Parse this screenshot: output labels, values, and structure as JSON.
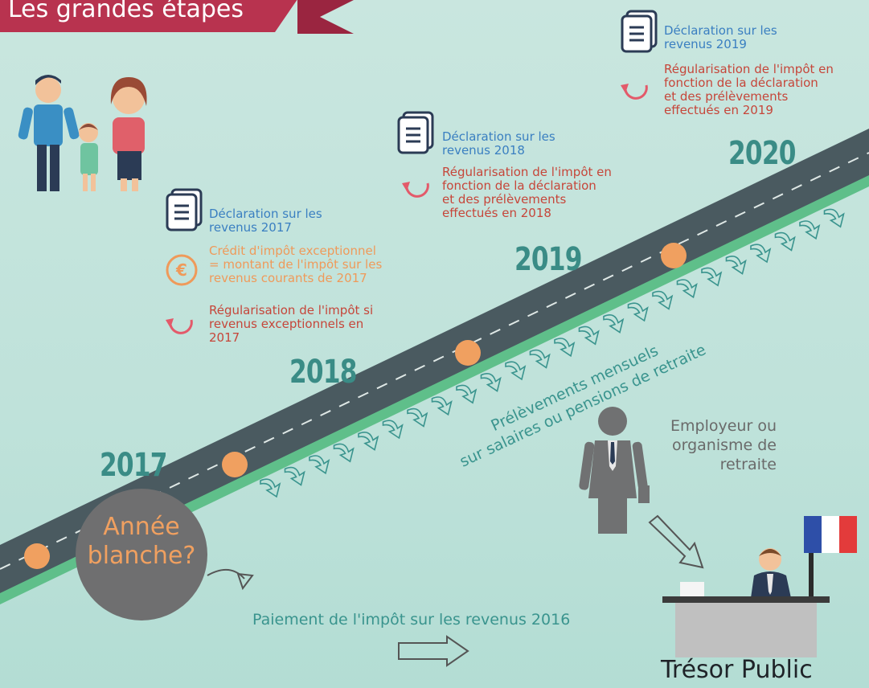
{
  "banner": {
    "title": "Les grandes étapes"
  },
  "years": [
    "2017",
    "2018",
    "2019",
    "2020"
  ],
  "annee_blanche": {
    "line1": "Année",
    "line2": "blanche?"
  },
  "block_2017": {
    "declaration": [
      "Déclaration sur les",
      "revenus 2017"
    ],
    "credit": [
      "Crédit d'impôt exceptionnel",
      "= montant de l'impôt sur les",
      "revenus courants de 2017"
    ],
    "regularisation": [
      "Régularisation de l'impôt si",
      "revenus exceptionnels en",
      "2017"
    ]
  },
  "block_2018": {
    "declaration": [
      "Déclaration sur les",
      "revenus 2018"
    ],
    "regularisation": [
      "Régularisation de l'impôt en",
      "fonction de la déclaration",
      "et des prélèvements",
      "effectués en 2018"
    ]
  },
  "block_2019": {
    "declaration": [
      "Déclaration sur les",
      "revenus 2019"
    ],
    "regularisation": [
      "Régularisation de l'impôt en",
      "fonction de la déclaration",
      "et des prélèvements",
      "effectués en 2019"
    ]
  },
  "prelevements": {
    "line1": "Prélèvements mensuels",
    "line2": "sur salaires ou pensions de retraite"
  },
  "employeur": [
    "Employeur ou",
    "organisme de",
    "retraite"
  ],
  "paiement": "Paiement de l'impôt sur les revenus 2016",
  "tresor": "Trésor Public",
  "icons": {
    "euro": "€"
  },
  "colors": {
    "banner": "#b8334f",
    "year": "#3a8c86",
    "road": "#4a5a60",
    "road_edge": "#5fbf8a",
    "milestone": "#f0a060",
    "blue_text": "#3a7fc1",
    "red_text": "#c6463a",
    "orange_text": "#ef9a5a",
    "circle": "#6f6f70"
  }
}
